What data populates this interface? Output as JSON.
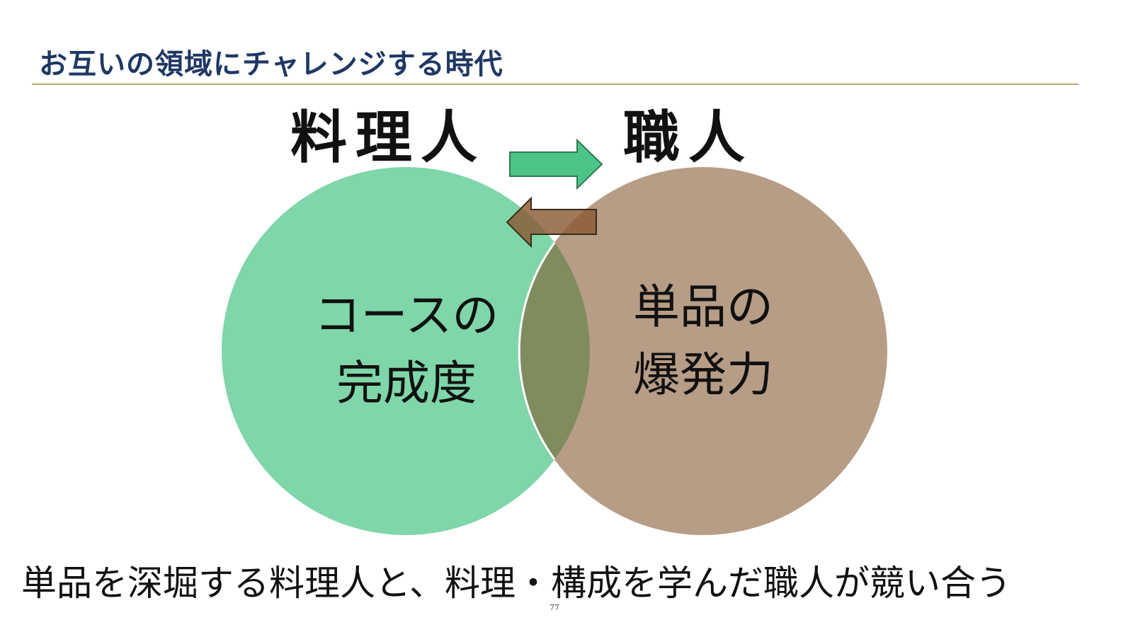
{
  "slide": {
    "title": "お互いの領域にチャレンジする時代",
    "left_role": "料理人",
    "right_role": "職人",
    "left_circle_lines": [
      "コースの",
      "完成度"
    ],
    "right_circle_lines": [
      "単品の",
      "爆発力"
    ],
    "bottom_message": "単品を深堀する料理人と、料理・構成を学んだ職人が競い合う",
    "page_number": "77"
  },
  "colors": {
    "title": "#1f3864",
    "rule": "#b7a56a",
    "left_circle": "#7fd6a8",
    "right_circle": "#b79d85",
    "overlap": "#7f8c5e",
    "arrow_right": "#4cc488",
    "arrow_left": "#8a5a33"
  }
}
